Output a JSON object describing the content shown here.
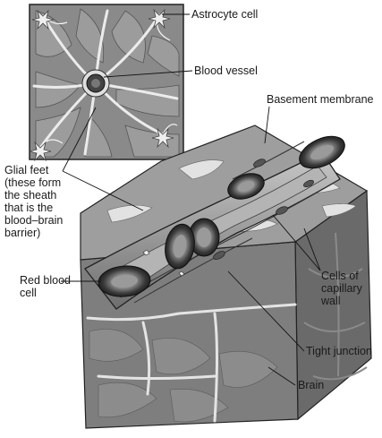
{
  "labels": {
    "astrocyte_cell": "Astrocyte cell",
    "blood_vessel": "Blood vessel",
    "basement_membrane": "Basement membrane",
    "glial_feet": "Glial feet\n(these form\nthe sheath\nthat is the\nblood–brain\nbarrier)",
    "red_blood_cell": "Red blood\ncell",
    "cells_of_capillary_wall": "Cells of\ncapillary\nwall",
    "tight_junction": "Tight junction",
    "brain": "Brain"
  },
  "colors": {
    "tissue_light": "#9a9a9a",
    "tissue_mid": "#7c7c7c",
    "tissue_dark": "#5e5e5e",
    "glia_white": "#e6e6e6",
    "rbc_outer": "#333333",
    "rbc_inner": "#888888",
    "line": "#111111"
  }
}
